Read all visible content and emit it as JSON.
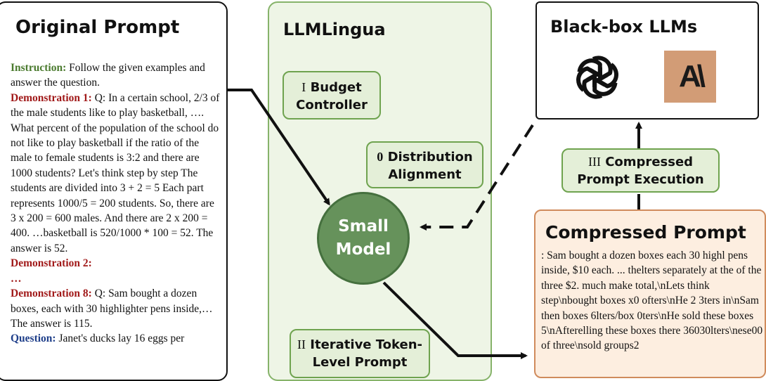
{
  "original_prompt": {
    "title": "Original Prompt",
    "instruction_label": "Instruction:",
    "instruction_text": " Follow the given examples and answer the question.",
    "demo1_label": "Demonstration 1:",
    "demo1_text": " Q: In a certain school, 2/3 of the male students like to play basketball, …. What percent of the population of the school do not like to play basketball if the ratio of the male to female students is 3:2 and there are 1000 students? Let's think step by step The students are divided into 3 + 2 = 5 Each part represents 1000/5 = 200 students. So, there are 3 x 200 = 600 males. And there are 2 x 200 = 400. …basketball is 520/1000 * 100 = 52. The answer is 52.",
    "demo2_label": "Demonstration 2:",
    "ellipsis": "…",
    "demo8_label": "Demonstration 8:",
    "demo8_text": " Q: Sam bought a dozen boxes, each with 30 highlighter pens inside,… The answer is 115.",
    "question_label": "Question:",
    "question_text": " Janet's ducks lay 16 eggs per"
  },
  "llmlingua": {
    "title": "LLMLingua",
    "budget_numeral": "I",
    "budget_label": "Budget Controller",
    "distribution_numeral": "0",
    "distribution_label": "Distribution Alignment",
    "small_model_label": "Small Model",
    "iterative_numeral": "II",
    "iterative_label": "Iterative Token-Level Prompt"
  },
  "blackbox": {
    "title": "Black-box LLMs",
    "anthropic_logo": "A\\",
    "icons": [
      "openai-logo-icon",
      "anthropic-logo-icon"
    ]
  },
  "execution": {
    "numeral": "III",
    "label": "Compressed Prompt Execution"
  },
  "compressed_prompt": {
    "title": "Compressed Prompt",
    "text": ": Sam bought a dozen boxes each 30 highl pens inside, $10 each. ... thelters separately at the of the three $2. much make total,\\nLets think step\\nbought boxes x0 ofters\\nHe 2 3ters in\\nSam then boxes 6lters/box 0ters\\nHe sold these boxes 5\\nAfterelling these boxes there 36030lters\\nese00 of three\\nsold groups2"
  },
  "colors": {
    "lingua_bg": "#eef5e6",
    "green_border": "#6fa34f",
    "small_model": "#66925b",
    "compressed_bg": "#fdeee0",
    "compressed_border": "#d08b5c",
    "instruction_label": "#4a7a2e",
    "demo_label": "#a11a1a",
    "question_label": "#1f3f8a"
  }
}
